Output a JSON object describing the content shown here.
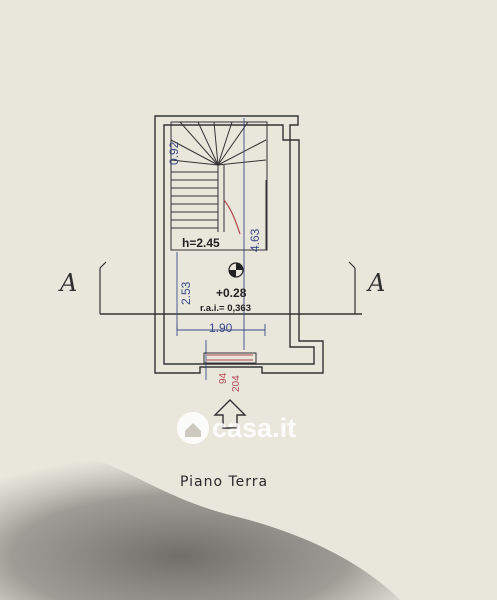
{
  "plan": {
    "section_marker_left": "A",
    "section_marker_right": "A",
    "dim_top": "0.92",
    "dim_height_right": "4.63",
    "height_label": "h=2.45",
    "dim_height_left": "2.53",
    "elevation": "+0.28",
    "rai": "r.a.i.= 0,363",
    "width_label": "1.90",
    "door_dim_top": "94",
    "door_dim_bottom": "204",
    "floor_caption": "Piano Terra"
  },
  "watermark": {
    "text": "casa.it",
    "logo_icon": "casa-house-logo-icon"
  },
  "colors": {
    "paper": "#e9e6dc",
    "ink": "#333333",
    "dimension_ink": "#3b4a86",
    "door_accent": "#b0464f"
  }
}
